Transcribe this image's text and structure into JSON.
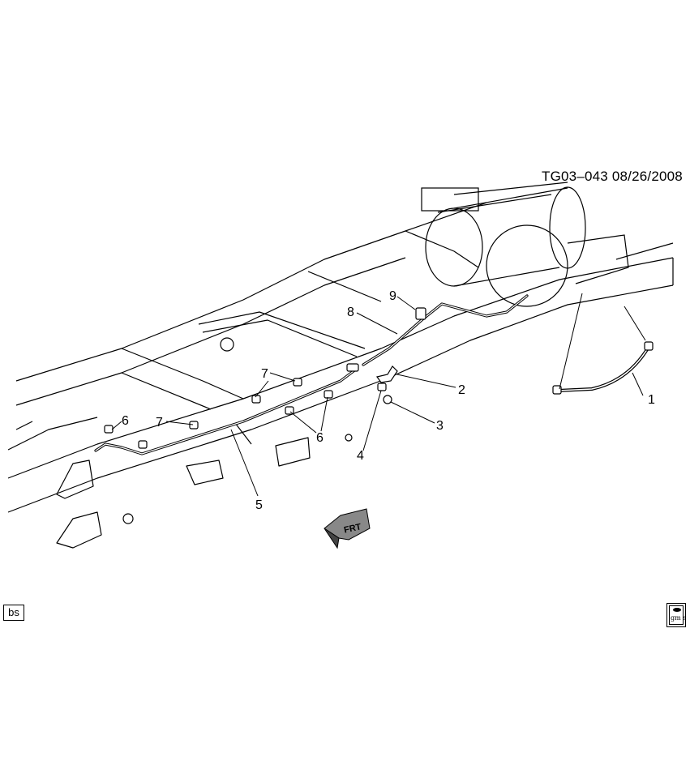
{
  "diagram": {
    "reference_id": "TG03–043  08/26/2008",
    "callouts": [
      {
        "id": "callout-1",
        "label": "1"
      },
      {
        "id": "callout-2",
        "label": "2"
      },
      {
        "id": "callout-3",
        "label": "3"
      },
      {
        "id": "callout-4",
        "label": "4"
      },
      {
        "id": "callout-5",
        "label": "5"
      },
      {
        "id": "callout-6a",
        "label": "6"
      },
      {
        "id": "callout-6b",
        "label": "6"
      },
      {
        "id": "callout-7a",
        "label": "7"
      },
      {
        "id": "callout-7b",
        "label": "7"
      },
      {
        "id": "callout-8",
        "label": "8"
      },
      {
        "id": "callout-9",
        "label": "9"
      }
    ],
    "front_arrow_label": "FRT",
    "corner_label": "bs",
    "logo_label": "gm spo"
  }
}
